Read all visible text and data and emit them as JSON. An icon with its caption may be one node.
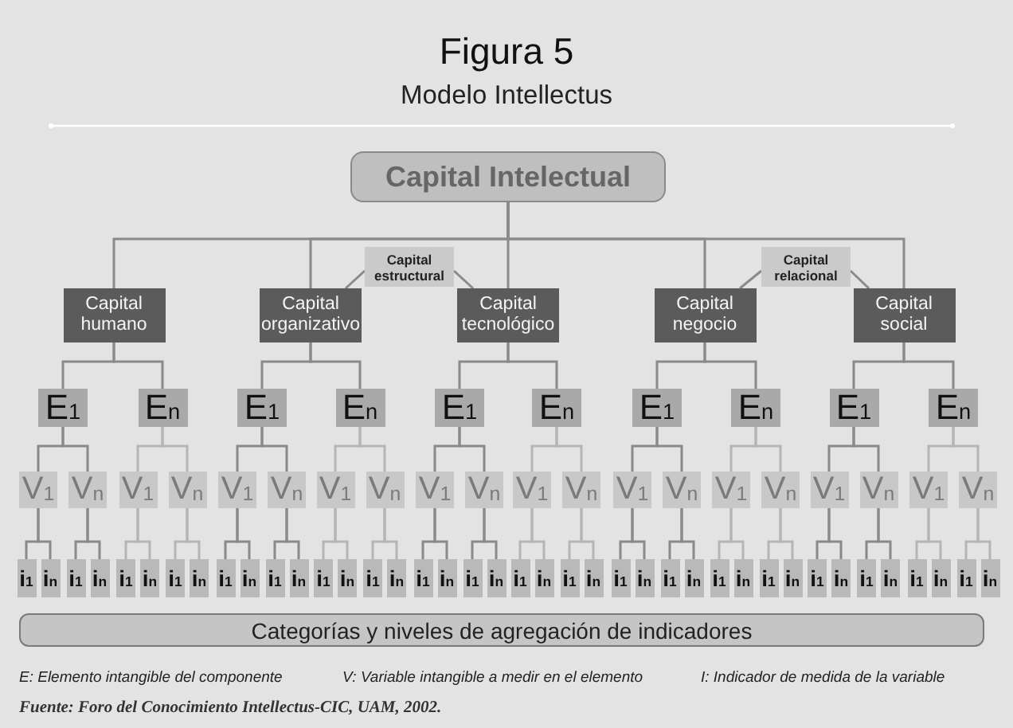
{
  "diagram": {
    "title": "Figura 5",
    "nodes": [
      {
        "text": [
          "Capital Intelectual"
        ]
      },
      {
        "text": [
          "Capital estructural"
        ]
      },
      {
        "text": [
          "Capital relacional"
        ]
      },
      {
        "text": [
          "Capital humano"
        ]
      },
      {
        "text": [
          "Capital organizativo"
        ]
      },
      {
        "text": [
          "Capital tecnológico"
        ]
      },
      {
        "text": [
          "Capital negocio"
        ]
      },
      {
        "text": [
          "Capital social"
        ]
      },
      {
        "text": [
          "E$_{1}$"
        ]
      },
      {
        "text": [
          "E$_{n}$"
        ]
      },
      {
        "text": [
          "E$_{1}$"
        ]
      },
      {
        "text": [
          "E$_{n}$"
        ]
      },
      {
        "text": [
          "E$_{1}$"
        ]
      },
      {
        "text": [
          "E$_{n}$"
        ]
      },
      {
        "text": [
          "E$_{1}$"
        ]
      },
      {
        "text": [
          "E$_{n}$"
        ]
      },
      {
        "text": [
          "E$_{1}$"
        ]
      },
      {
        "text": [
          "E$_{n}$"
        ]
      },
      {
        "text": [
          "V$_{1}$"
        ]
      },
      {
        "text": [
          "V$_{n}$"
        ]
      },
      {
        "text": [
          "V$_{1}$"
        ]
      },
      {
        "text": [
          "V$_{n}$"
        ]
      },
      {
        "text": [
          "V$_{1}$"
        ]
      },
      {
        "text": [
          "V$_{n}$"
        ]
      },
      {
        "text": [
          "V$_{1}$"
        ]
      },
      {
        "text": [
          "V$_{n}$"
        ]
      },
      {
        "text": [
          "V$_{1}$"
        ]
      },
      {
        "text": [
          "V$_{n}$"
        ]
      },
      {
        "text": [
          "V$_{1}$"
        ]
      },
      {
        "text": [
          "V$_{n}$"
        ]
      },
      {
        "text": [
          "V$_{1}$"
        ]
      },
      {
        "text": [
          "V$_{n}$"
        ]
      },
      {
        "text": [
          "V$_{1}$"
        ]
      },
      {
        "text": [
          "V$_{n}$"
        ]
      },
      {
        "text": [
          "V$_{1}$"
        ]
      },
      {
        "text": [
          "V$_{n}$"
        ]
      },
      {
        "text": [
          "V$_{1}$"
        ]
      },
      {
        "text": [
          "V$_{n}$"
        ]
      },
      {
        "text": [
          "i$_{1}$"
        ]
      },
      {
        "text": [
          "i$_{n}$"
        ]
      },
      {
        "text": [
          "i$_{1}$"
        ]
      },
      {
        "text": [
          "i$_{n}$"
        ]
      },
      {
        "text": [
          "i$_{1}$"
        ]
      },
      {
        "text": [
          "i$_{n}$"
        ]
      },
      {
        "text": [
          "i$_{1}$"
        ]
      },
      {
        "text": [
          "i$_{n}$"
        ]
      },
      {
        "text": [
          "i$_{1}$"
        ]
      },
      {
        "text": [
          "i$_{n}$"
        ]
      },
      {
        "text": [
          "i$_{1}$"
        ]
      },
      {
        "text": [
          "i$_{n}$"
        ]
      },
      {
        "text": [
          "i$_{1}$"
        ]
      },
      {
        "text": [
          "i$_{n}$"
        ]
      },
      {
        "text": [
          "i$_{1}$"
        ]
      },
      {
        "text": [
          "i$_{n}$"
        ]
      },
      {
        "text": [
          "i$_{1}$"
        ]
      },
      {
        "text": [
          "i$_{n}$"
        ]
      },
      {
        "text": [
          "i$_{1}$"
        ]
      },
      {
        "text": [
          "i$_{n}$"
        ]
      },
      {
        "text": [
          "i$_{1}$"
        ]
      },
      {
        "text": [
          "i$_{n}$"
        ]
      },
      {
        "text": [
          "i$_{1}$"
        ]
      },
      {
        "text": [
          "i$_{n}$"
        ]
      },
      {
        "text": [
          "i$_{1}$"
        ]
      },
      {
        "text": [
          "i$_{n}$"
        ]
      },
      {
        "text": [
          "i$_{1}$"
        ]
      },
      {
        "text": [
          "i$_{n}$"
        ]
      },
      {
        "text": [
          "i$_{1}$"
        ]
      },
      {
        "text": [
          "i$_{n}$"
        ]
      },
      {
        "text": [
          "i$_{1}$"
        ]
      },
      {
        "text": [
          "i$_{n}$"
        ]
      },
      {
        "text": [
          "i$_{1}$"
        ]
      },
      {
        "text": [
          "i$_{n}$"
        ]
      },
      {
        "text": [
          "i$_{1}$"
        ]
      },
      {
        "text": [
          "i$_{n}$"
        ]
      },
      {
        "text": [
          "i$_{1}$"
        ]
      },
      {
        "text": [
          "i$_{n}$"
        ]
      },
      {
        "text": [
          "i$_{1}$"
        ]
      },
      {
        "text": [
          "i$_{n}$"
        ]
      },
      {
        "text": [
          "Categorías y niveles de agregación de indicadores"
        ]
      }
    ],
    "edges": [
      {
        "from": 0,
        "to": 3,
        "arrow": "none"
      },
      {
        "from": 0,
        "to": 4,
        "arrow": "none"
      },
      {
        "from": 0,
        "to": 5,
        "arrow": "none"
      },
      {
        "from": 0,
        "to": 6,
        "arrow": "none"
      },
      {
        "from": 0,
        "to": 7,
        "arrow": "none"
      },
      {
        "from": 1,
        "to": 4,
        "arrow": "none"
      },
      {
        "from": 1,
        "to": 5,
        "arrow": "none"
      },
      {
        "from": 2,
        "to": 6,
        "arrow": "none"
      },
      {
        "from": 2,
        "to": 7,
        "arrow": "none"
      },
      {
        "from": 3,
        "to": 8,
        "arrow": "none"
      },
      {
        "from": 3,
        "to": 9,
        "arrow": "none"
      },
      {
        "from": 4,
        "to": 10,
        "arrow": "none"
      },
      {
        "from": 4,
        "to": 11,
        "arrow": "none"
      },
      {
        "from": 5,
        "to": 12,
        "arrow": "none"
      },
      {
        "from": 5,
        "to": 13,
        "arrow": "none"
      },
      {
        "from": 6,
        "to": 14,
        "arrow": "none"
      },
      {
        "from": 6,
        "to": 15,
        "arrow": "none"
      },
      {
        "from": 7,
        "to": 16,
        "arrow": "none"
      },
      {
        "from": 7,
        "to": 17,
        "arrow": "none"
      },
      {
        "from": 8,
        "to": 18,
        "arrow": "none"
      },
      {
        "from": 8,
        "to": 19,
        "arrow": "none"
      },
      {
        "from": 9,
        "to": 20,
        "arrow": "none",
        "color": "#b5b5b5"
      },
      {
        "from": 9,
        "to": 21,
        "arrow": "none",
        "color": "#b5b5b5"
      },
      {
        "from": 10,
        "to": 22,
        "arrow": "none"
      },
      {
        "from": 10,
        "to": 23,
        "arrow": "none"
      },
      {
        "from": 11,
        "to": 24,
        "arrow": "none",
        "color": "#b5b5b5"
      },
      {
        "from": 11,
        "to": 25,
        "arrow": "none",
        "color": "#b5b5b5"
      },
      {
        "from": 12,
        "to": 26,
        "arrow": "none"
      },
      {
        "from": 12,
        "to": 27,
        "arrow": "none"
      },
      {
        "from": 13,
        "to": 28,
        "arrow": "none",
        "color": "#b5b5b5"
      },
      {
        "from": 13,
        "to": 29,
        "arrow": "none",
        "color": "#b5b5b5"
      },
      {
        "from": 14,
        "to": 30,
        "arrow": "none"
      },
      {
        "from": 14,
        "to": 31,
        "arrow": "none"
      },
      {
        "from": 15,
        "to": 32,
        "arrow": "none",
        "color": "#b5b5b5"
      },
      {
        "from": 15,
        "to": 33,
        "arrow": "none",
        "color": "#b5b5b5"
      },
      {
        "from": 16,
        "to": 34,
        "arrow": "none"
      },
      {
        "from": 16,
        "to": 35,
        "arrow": "none"
      },
      {
        "from": 17,
        "to": 36,
        "arrow": "none",
        "color": "#b5b5b5"
      },
      {
        "from": 17,
        "to": 37,
        "arrow": "none",
        "color": "#b5b5b5"
      },
      {
        "from": 18,
        "to": 38,
        "arrow": "none"
      },
      {
        "from": 18,
        "to": 39,
        "arrow": "none"
      },
      {
        "from": 19,
        "to": 40,
        "arrow": "none"
      },
      {
        "from": 19,
        "to": 41,
        "arrow": "none"
      },
      {
        "from": 20,
        "to": 42,
        "arrow": "none",
        "color": "#b5b5b5"
      },
      {
        "from": 20,
        "to": 43,
        "arrow": "none",
        "color": "#b5b5b5"
      },
      {
        "from": 21,
        "to": 44,
        "arrow": "none",
        "color": "#b5b5b5"
      },
      {
        "from": 21,
        "to": 45,
        "arrow": "none",
        "color": "#b5b5b5"
      },
      {
        "from": 22,
        "to": 46,
        "arrow": "none"
      },
      {
        "from": 22,
        "to": 47,
        "arrow": "none"
      },
      {
        "from": 23,
        "to": 48,
        "arrow": "none"
      },
      {
        "from": 23,
        "to": 49,
        "arrow": "none"
      },
      {
        "from": 24,
        "to": 50,
        "arrow": "none",
        "color": "#b5b5b5"
      },
      {
        "from": 24,
        "to": 51,
        "arrow": "none",
        "color": "#b5b5b5"
      },
      {
        "from": 25,
        "to": 52,
        "arrow": "none",
        "color": "#b5b5b5"
      },
      {
        "from": 25,
        "to": 53,
        "arrow": "none",
        "color": "#b5b5b5"
      },
      {
        "from": 26,
        "to": 54,
        "arrow": "none"
      },
      {
        "from": 26,
        "to": 55,
        "arrow": "none"
      },
      {
        "from": 27,
        "to": 56,
        "arrow": "none"
      },
      {
        "from": 27,
        "to": 57,
        "arrow": "none"
      },
      {
        "from": 28,
        "to": 58,
        "arrow": "none",
        "color": "#b5b5b5"
      },
      {
        "from": 28,
        "to": 59,
        "arrow": "none",
        "color": "#b5b5b5"
      },
      {
        "from": 29,
        "to": 60,
        "arrow": "none",
        "color": "#b5b5b5"
      },
      {
        "from": 29,
        "to": 61,
        "arrow": "none",
        "color": "#b5b5b5"
      },
      {
        "from": 30,
        "to": 62,
        "arrow": "none"
      },
      {
        "from": 30,
        "to": 63,
        "arrow": "none"
      },
      {
        "from": 31,
        "to": 64,
        "arrow": "none"
      },
      {
        "from": 31,
        "to": 65,
        "arrow": "none"
      },
      {
        "from": 32,
        "to": 66,
        "arrow": "none",
        "color": "#b5b5b5"
      },
      {
        "from": 32,
        "to": 67,
        "arrow": "none",
        "color": "#b5b5b5"
      },
      {
        "from": 33,
        "to": 68,
        "arrow": "none",
        "color": "#b5b5b5"
      },
      {
        "from": 33,
        "to": 69,
        "arrow": "none",
        "color": "#b5b5b5"
      },
      {
        "from": 34,
        "to": 70,
        "arrow": "none"
      },
      {
        "from": 34,
        "to": 71,
        "arrow": "none"
      },
      {
        "from": 35,
        "to": 72,
        "arrow": "none"
      },
      {
        "from": 35,
        "to": 73,
        "arrow": "none"
      },
      {
        "from": 36,
        "to": 74,
        "arrow": "none",
        "color": "#b5b5b5"
      },
      {
        "from": 36,
        "to": 75,
        "arrow": "none",
        "color": "#b5b5b5"
      },
      {
        "from": 37,
        "to": 76,
        "arrow": "none",
        "color": "#b5b5b5"
      },
      {
        "from": 37,
        "to": 77,
        "arrow": "none",
        "color": "#b5b5b5"
      }
    ],
    "labels": [
      "Modelo Intellectus",
      "E: Elemento intangible del componente",
      "V: Variable intangible a medir en el elemento",
      "I: Indicador de medida de la variable",
      "Fuente: Foro del Conocimiento Intellectus-CIC, UAM, 2002."
    ]
  }
}
